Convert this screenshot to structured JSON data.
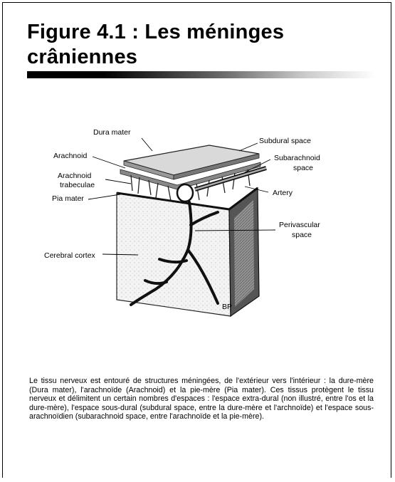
{
  "title": "Figure 4.1 : Les méninges crâniennes",
  "figure": {
    "labels": {
      "dura_mater": "Dura mater",
      "subdural_space": "Subdural space",
      "arachnoid": "Arachnoid",
      "subarachnoid_line1": "Subarachnoid",
      "subarachnoid_line2": "space",
      "arachnoid_trab_line1": "Arachnoid",
      "arachnoid_trab_line2": "trabeculae",
      "pia_mater": "Pia mater",
      "artery": "Artery",
      "perivascular_line1": "Perivascular",
      "perivascular_line2": "space",
      "cerebral_cortex": "Cerebral cortex"
    }
  },
  "paragraph": "Le tissu nerveux est entouré de structures méningées, de l'extérieur vers l'intérieur : la dure-mère (Dura mater), l'arachnoïde (Arachnoid) et la pie-mère (Pia mater). Ces tissus protègent le tissu nerveux et délimitent un certain nombres d'espaces : l'espace extra-dural (non illustré, entre l'os et la dure-mère), l'espace sous-dural (subdural space, entre la dure-mère et l'archnoïde) et l'espace sous-arachnoïdien (subarachnoid space, entre l'arachnoïde et la pie-mère)."
}
